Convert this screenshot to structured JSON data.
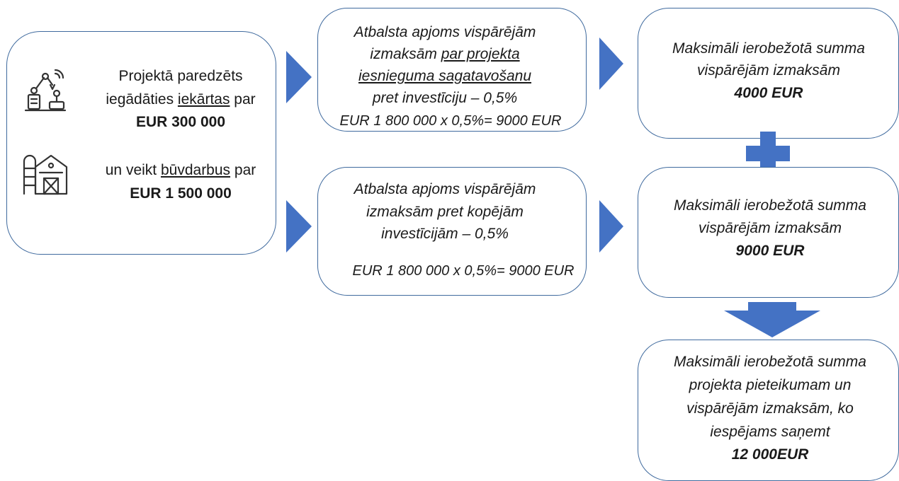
{
  "left_box": {
    "equip_line1": "Projektā paredzēts",
    "equip_line2_pre": "iegādāties ",
    "equip_line2_underlined": "iekārtas",
    "equip_line2_post": " par",
    "equip_amount": "EUR 300 000",
    "build_line1_pre": "un veikt ",
    "build_line1_underlined": "būvdarbus",
    "build_line1_post": " par",
    "build_amount": "EUR 1 500 000",
    "equip_icon": "robot-arm-icon",
    "build_icon": "barn-silo-icon"
  },
  "mid_top": {
    "line1": "Atbalsta apjoms vispārējām",
    "line2_pre": "izmaksām ",
    "line2_underlined": "par projekta",
    "line3_underlined": "iesnieguma sagatavošanu",
    "line4": "pret investīciju – 0,5%",
    "formula": "EUR 1 800 000 x 0,5%= 9000 EUR"
  },
  "mid_bottom": {
    "line1": "Atbalsta apjoms vispārējām",
    "line2": "izmaksām pret kopējām",
    "line3": "investīcijām – 0,5%",
    "formula": "EUR 1 800 000 x 0,5%= 9000 EUR"
  },
  "right_top": {
    "line1": "Maksimāli ierobežotā summa",
    "line2": "vispārējām izmaksām",
    "amount": "4000 EUR"
  },
  "right_middle": {
    "line1": "Maksimāli ierobežotā summa",
    "line2": "vispārējām izmaksām",
    "amount": "9000 EUR"
  },
  "right_bottom": {
    "line1": "Maksimāli ierobežotā summa",
    "line2": "projekta pieteikumam un",
    "line3": "vispārējām izmaksām, ko",
    "line4": "iespējams saņemt",
    "amount": "12 000EUR"
  },
  "colors": {
    "accent": "#4472c4",
    "border": "#3f6a9e"
  },
  "connectors": [
    "arrow-right",
    "arrow-right",
    "arrow-right",
    "arrow-right",
    "plus-sign",
    "arrow-down"
  ]
}
